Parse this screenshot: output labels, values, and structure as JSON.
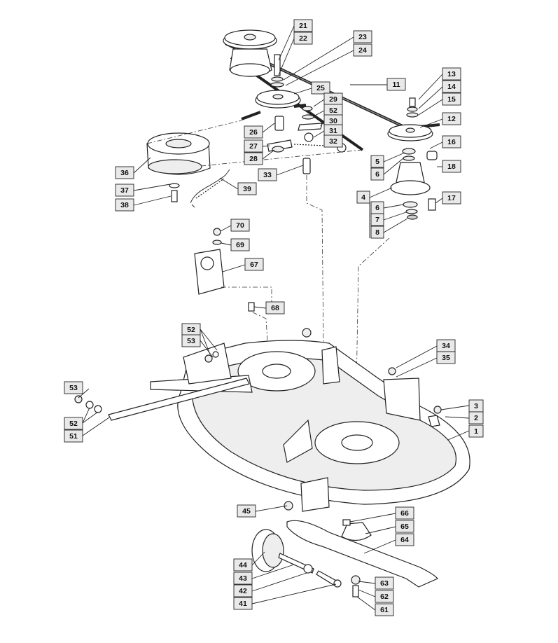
{
  "diagram": {
    "type": "exploded-parts-diagram",
    "colors": {
      "line": "#222222",
      "callout_fill": "#e9e9e9",
      "background": "#ffffff"
    },
    "callouts": [
      {
        "id": "c21",
        "label": "21"
      },
      {
        "id": "c22",
        "label": "22"
      },
      {
        "id": "c23",
        "label": "23"
      },
      {
        "id": "c24",
        "label": "24"
      },
      {
        "id": "c25",
        "label": "25"
      },
      {
        "id": "c11",
        "label": "11"
      },
      {
        "id": "c13",
        "label": "13"
      },
      {
        "id": "c14",
        "label": "14"
      },
      {
        "id": "c15",
        "label": "15"
      },
      {
        "id": "c12",
        "label": "12"
      },
      {
        "id": "c16",
        "label": "16"
      },
      {
        "id": "c18",
        "label": "18"
      },
      {
        "id": "c29",
        "label": "29"
      },
      {
        "id": "c52a",
        "label": "52"
      },
      {
        "id": "c30",
        "label": "30"
      },
      {
        "id": "c31",
        "label": "31"
      },
      {
        "id": "c32",
        "label": "32"
      },
      {
        "id": "c26",
        "label": "26"
      },
      {
        "id": "c27",
        "label": "27"
      },
      {
        "id": "c28",
        "label": "28"
      },
      {
        "id": "c33",
        "label": "33"
      },
      {
        "id": "c36",
        "label": "36"
      },
      {
        "id": "c37",
        "label": "37"
      },
      {
        "id": "c38",
        "label": "38"
      },
      {
        "id": "c39",
        "label": "39"
      },
      {
        "id": "c5",
        "label": "5"
      },
      {
        "id": "c6a",
        "label": "6"
      },
      {
        "id": "c4",
        "label": "4"
      },
      {
        "id": "c6b",
        "label": "6"
      },
      {
        "id": "c7",
        "label": "7"
      },
      {
        "id": "c8",
        "label": "8"
      },
      {
        "id": "c17",
        "label": "17"
      },
      {
        "id": "c70",
        "label": "70"
      },
      {
        "id": "c69",
        "label": "69"
      },
      {
        "id": "c67",
        "label": "67"
      },
      {
        "id": "c68",
        "label": "68"
      },
      {
        "id": "c52b",
        "label": "52"
      },
      {
        "id": "c53a",
        "label": "53"
      },
      {
        "id": "c34",
        "label": "34"
      },
      {
        "id": "c35",
        "label": "35"
      },
      {
        "id": "c53b",
        "label": "53"
      },
      {
        "id": "c3",
        "label": "3"
      },
      {
        "id": "c2",
        "label": "2"
      },
      {
        "id": "c52c",
        "label": "52"
      },
      {
        "id": "c51",
        "label": "51"
      },
      {
        "id": "c1",
        "label": "1"
      },
      {
        "id": "c45",
        "label": "45"
      },
      {
        "id": "c66",
        "label": "66"
      },
      {
        "id": "c65",
        "label": "65"
      },
      {
        "id": "c64",
        "label": "64"
      },
      {
        "id": "c44",
        "label": "44"
      },
      {
        "id": "c43",
        "label": "43"
      },
      {
        "id": "c42",
        "label": "42"
      },
      {
        "id": "c41",
        "label": "41"
      },
      {
        "id": "c63",
        "label": "63"
      },
      {
        "id": "c62",
        "label": "62"
      },
      {
        "id": "c61",
        "label": "61"
      }
    ]
  }
}
